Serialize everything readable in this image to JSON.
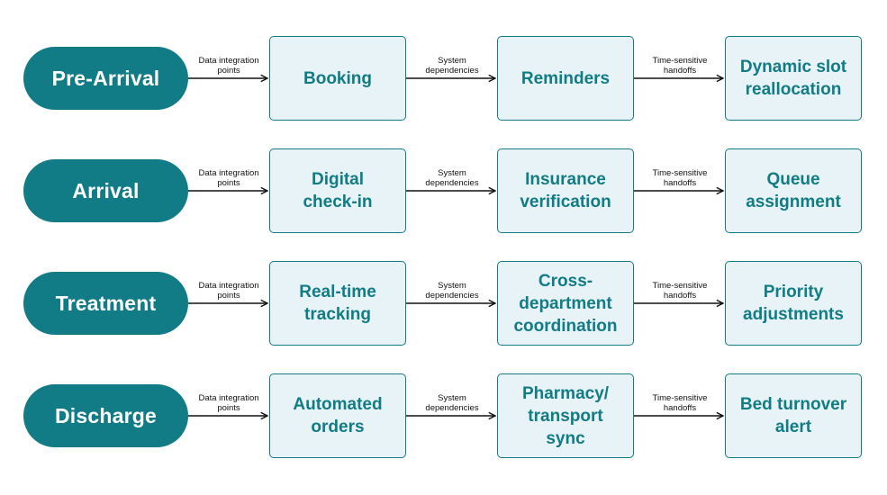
{
  "connector_labels": {
    "data": "Data integration\npoints",
    "system": "System\ndependencies",
    "time": "Time-sensitive\nhandoffs"
  },
  "rows": [
    {
      "stage": "Pre-Arrival",
      "steps": [
        "Booking",
        "Reminders",
        "Dynamic slot\nreallocation"
      ]
    },
    {
      "stage": "Arrival",
      "steps": [
        "Digital\ncheck-in",
        "Insurance\nverification",
        "Queue\nassignment"
      ]
    },
    {
      "stage": "Treatment",
      "steps": [
        "Real-time\ntracking",
        "Cross-\ndepartment\ncoordination",
        "Priority\nadjustments"
      ]
    },
    {
      "stage": "Discharge",
      "steps": [
        "Automated\norders",
        "Pharmacy/\ntransport\nsync",
        "Bed turnover\nalert"
      ]
    }
  ],
  "colors": {
    "stage_fill": "#117c85",
    "box_fill": "#e7f3f6",
    "box_border": "#117c85",
    "arrow": "#111111"
  }
}
